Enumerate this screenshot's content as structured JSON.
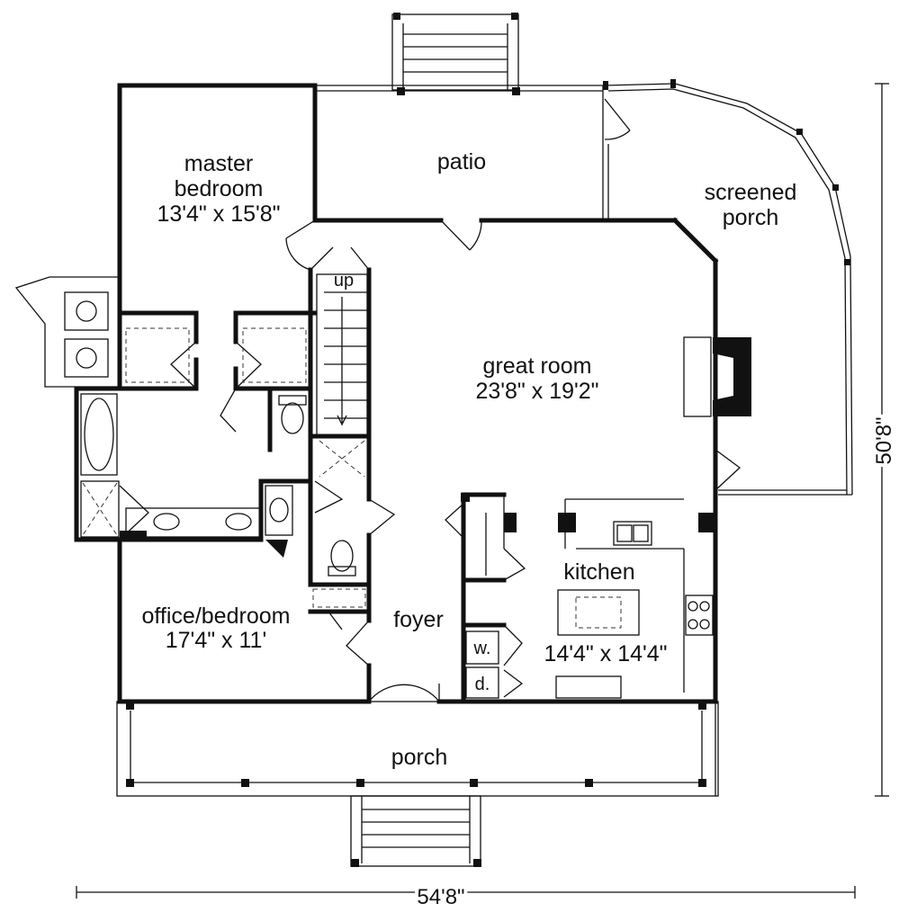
{
  "rooms": {
    "master_bedroom": {
      "name_line1": "master",
      "name_line2": "bedroom",
      "size": "13'4\" x 15'8\""
    },
    "patio": {
      "name": "patio"
    },
    "screened_porch": {
      "name_line1": "screened",
      "name_line2": "porch"
    },
    "stair": {
      "label": "up"
    },
    "great_room": {
      "name": "great room",
      "size": "23'8\" x 19'2\""
    },
    "kitchen": {
      "name": "kitchen",
      "size": "14'4\" x 14'4\""
    },
    "office_bedroom": {
      "name": "office/bedroom",
      "size": "17'4\" x 11'"
    },
    "foyer": {
      "name": "foyer"
    },
    "porch": {
      "name": "porch"
    },
    "washer": {
      "label": "w."
    },
    "dryer": {
      "label": "d."
    }
  },
  "dimensions": {
    "overall_width": "54'8\"",
    "overall_depth": "50'8\""
  }
}
